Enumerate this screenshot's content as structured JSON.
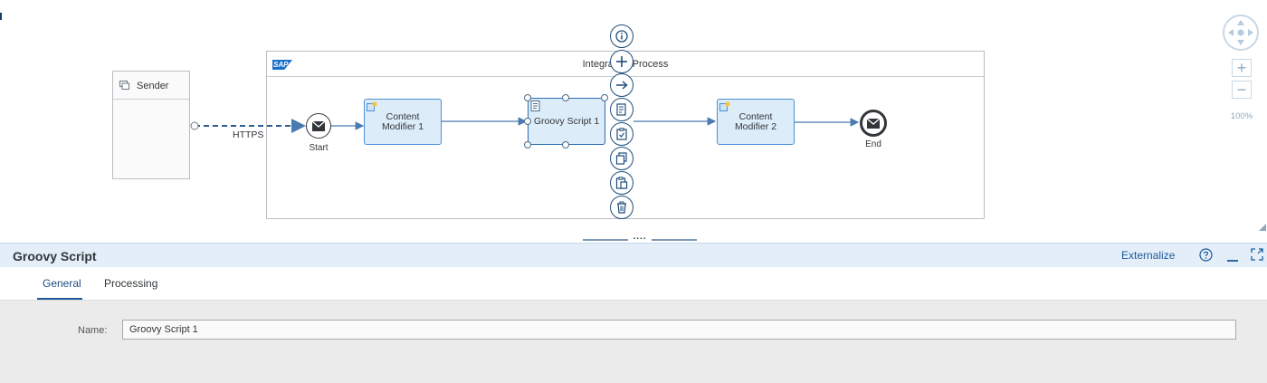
{
  "diagram": {
    "sender_label": "Sender",
    "pool_title": "Integration Process",
    "sap_logo_text": "SAP",
    "channel_label": "HTTPS",
    "start_label": "Start",
    "end_label": "End",
    "steps": [
      {
        "line1": "Content",
        "line2": "Modifier 1"
      },
      {
        "line1": "Groovy Script 1"
      },
      {
        "line1": "Content",
        "line2": "Modifier 2"
      }
    ],
    "context_actions": [
      "info-icon",
      "add-icon",
      "connect-arrow-icon",
      "edit-script-icon",
      "assign-icon",
      "copy-icon",
      "paste-icon",
      "delete-icon"
    ],
    "colors": {
      "shape_fill": "#dcecf9",
      "shape_border": "#4a90d6",
      "connector": "#4a7bb0",
      "context_button": "#1f4e7a"
    }
  },
  "navigator": {
    "zoom_in_label": "+",
    "zoom_out_label": "−",
    "zoom_level": "100%"
  },
  "splitter": {
    "grip": "...."
  },
  "panel": {
    "title": "Groovy Script",
    "externalize_label": "Externalize",
    "tabs": [
      {
        "label": "General",
        "active": true
      },
      {
        "label": "Processing",
        "active": false
      }
    ],
    "name_label": "Name:",
    "name_value": "Groovy Script 1"
  }
}
